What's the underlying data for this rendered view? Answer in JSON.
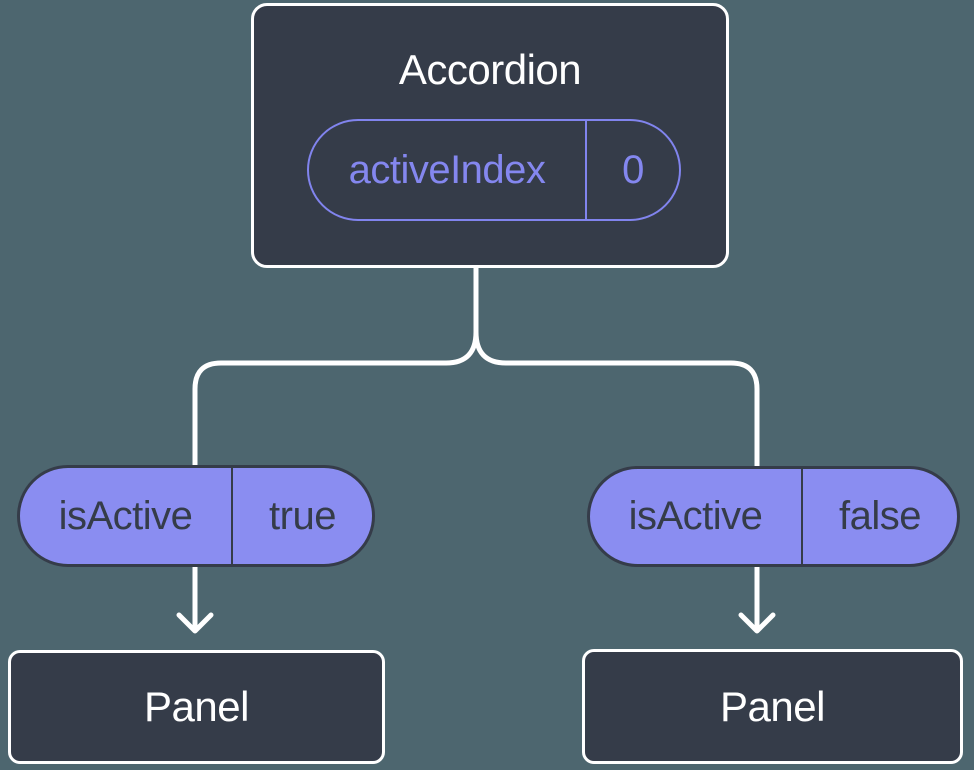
{
  "colors": {
    "background": "#4D666F",
    "node_fill": "#353C49",
    "node_border": "#FFFFFF",
    "pill_fill": "#8A8DF1",
    "pill_outline": "#8184EE",
    "accent_text": "#8487EF",
    "dark_text": "#353C49",
    "connector": "#FFFFFF"
  },
  "tree": {
    "root": {
      "title": "Accordion",
      "prop": {
        "name": "activeIndex",
        "value": "0"
      }
    },
    "children": [
      {
        "state": {
          "name": "isActive",
          "value": "true"
        },
        "title": "Panel"
      },
      {
        "state": {
          "name": "isActive",
          "value": "false"
        },
        "title": "Panel"
      }
    ]
  }
}
